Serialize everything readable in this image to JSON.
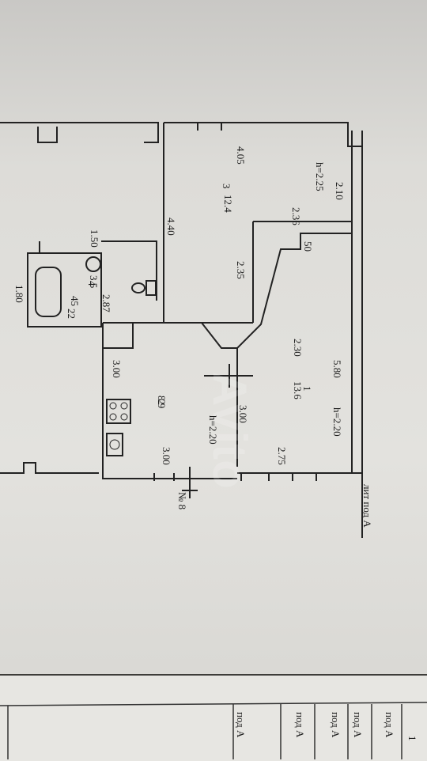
{
  "plan": {
    "dimensions": {
      "room3_width": "4.05",
      "room3_height": "h=2.25",
      "room3_wall": "2.10",
      "room3_depth": "4.40",
      "corridor_a": "2.36",
      "corridor_b": "2.35",
      "bath_width": "1.50",
      "bath_len": "1.80",
      "bath_depth": "2.87",
      "bath_45": "45",
      "bath_22": "22",
      "small_50": "50",
      "room1_width": "2.30",
      "room1_len": "5.80",
      "room1_height": "h=2.20",
      "room1_side": "3.00",
      "room1_bottom": "2.75",
      "room2_width": "3.00",
      "room2_bottom": "3.00",
      "room2_height": "h=2.20"
    },
    "rooms": [
      {
        "id": "3",
        "area": "12.4"
      },
      {
        "id": "4",
        "area": "3.5"
      },
      {
        "id": "2",
        "area": "8.9"
      },
      {
        "id": "1",
        "area": "13.6"
      }
    ],
    "section_label": "№ 8",
    "stair_label": "лит под А"
  },
  "table": {
    "col_top": "1",
    "rows": [
      "под А",
      "под А",
      "под А",
      "под А",
      "под А"
    ]
  },
  "watermark": "Avito"
}
